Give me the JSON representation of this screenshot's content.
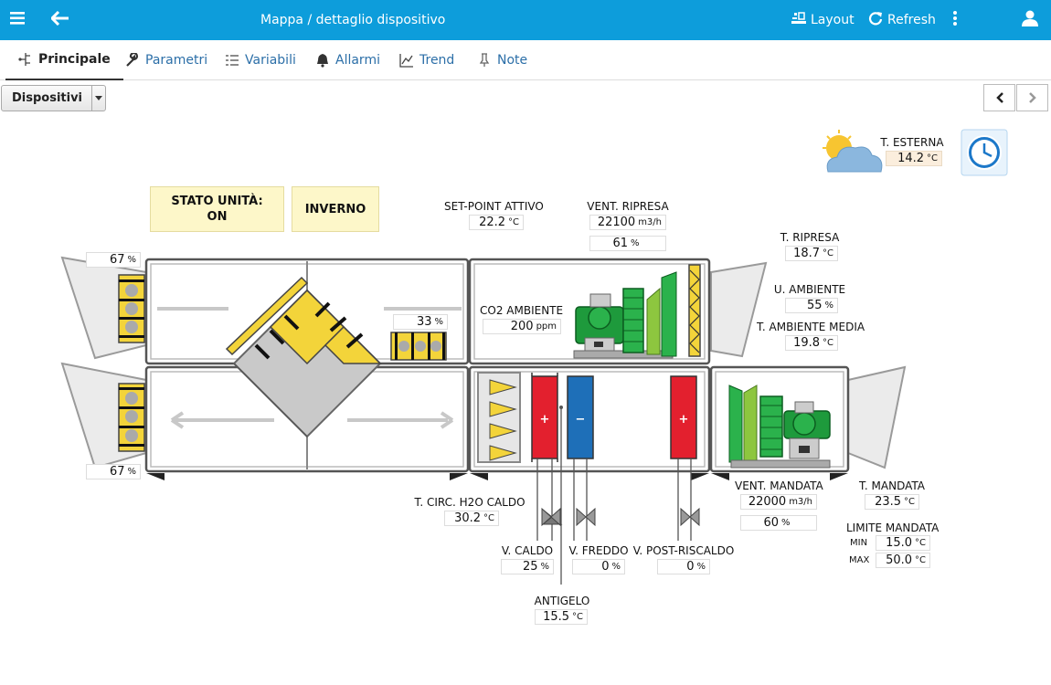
{
  "topbar": {
    "title": "Mappa / dettaglio dispositivo",
    "layout_label": "Layout",
    "refresh_label": "Refresh"
  },
  "tabs": [
    {
      "label": "Principale",
      "icon": "branch-icon",
      "active": true
    },
    {
      "label": "Parametri",
      "icon": "wrench-icon"
    },
    {
      "label": "Variabili",
      "icon": "list-icon"
    },
    {
      "label": "Allarmi",
      "icon": "bell-icon"
    },
    {
      "label": "Trend",
      "icon": "trend-icon"
    },
    {
      "label": "Note",
      "icon": "pin-icon"
    }
  ],
  "device_selector": {
    "label": "Dispositivi"
  },
  "status": {
    "unit_state_label": "STATO UNITÀ:",
    "unit_state_value": "ON",
    "season": "INVERNO"
  },
  "external": {
    "label": "T. ESTERNA",
    "value": "14.2",
    "unit": "°C"
  },
  "setpoint": {
    "label": "SET-POINT ATTIVO",
    "value": "22.2",
    "unit": "°C"
  },
  "return_fan": {
    "label": "VENT. RIPRESA",
    "flow": "22100",
    "flow_unit": "m3/h",
    "percent": "61",
    "percent_unit": "%"
  },
  "co2": {
    "label": "CO2 AMBIENTE",
    "value": "200",
    "unit": "ppm"
  },
  "return_temp": {
    "label": "T. RIPRESA",
    "value": "18.7",
    "unit": "°C"
  },
  "ambient_humidity": {
    "label": "U. AMBIENTE",
    "value": "55",
    "unit": "%"
  },
  "ambient_temp_avg": {
    "label": "T. AMBIENTE MEDIA",
    "value": "19.8",
    "unit": "°C"
  },
  "damper_top": {
    "value": "67",
    "unit": "%"
  },
  "damper_bottom": {
    "value": "67",
    "unit": "%"
  },
  "bypass": {
    "value": "33",
    "unit": "%"
  },
  "hot_water": {
    "label": "T. CIRC. H2O CALDO",
    "value": "30.2",
    "unit": "°C"
  },
  "valve_hot": {
    "label": "V. CALDO",
    "value": "25",
    "unit": "%"
  },
  "valve_cold": {
    "label": "V. FREDDO",
    "value": "0",
    "unit": "%"
  },
  "valve_reheat": {
    "label": "V. POST-RISCALDO",
    "value": "0",
    "unit": "%"
  },
  "antifreeze": {
    "label": "ANTIGELO",
    "value": "15.5",
    "unit": "°C"
  },
  "supply_fan": {
    "label": "VENT. MANDATA",
    "flow": "22000",
    "flow_unit": "m3/h",
    "percent": "60",
    "percent_unit": "%"
  },
  "supply_temp": {
    "label": "T. MANDATA",
    "value": "23.5",
    "unit": "°C"
  },
  "supply_limit": {
    "label": "LIMITE MANDATA",
    "min_label": "MIN",
    "min_value": "15.0",
    "min_unit": "°C",
    "max_label": "MAX",
    "max_value": "50.0",
    "max_unit": "°C"
  },
  "coil_symbols": {
    "heat": "+",
    "cool": "−",
    "reheat": "+"
  },
  "colors": {
    "accent": "#0d9ddb",
    "heat_coil": "#e3202e",
    "cool_coil": "#1e6fb8",
    "fan": "#1e9a3c",
    "filter": "#f3d43a"
  }
}
